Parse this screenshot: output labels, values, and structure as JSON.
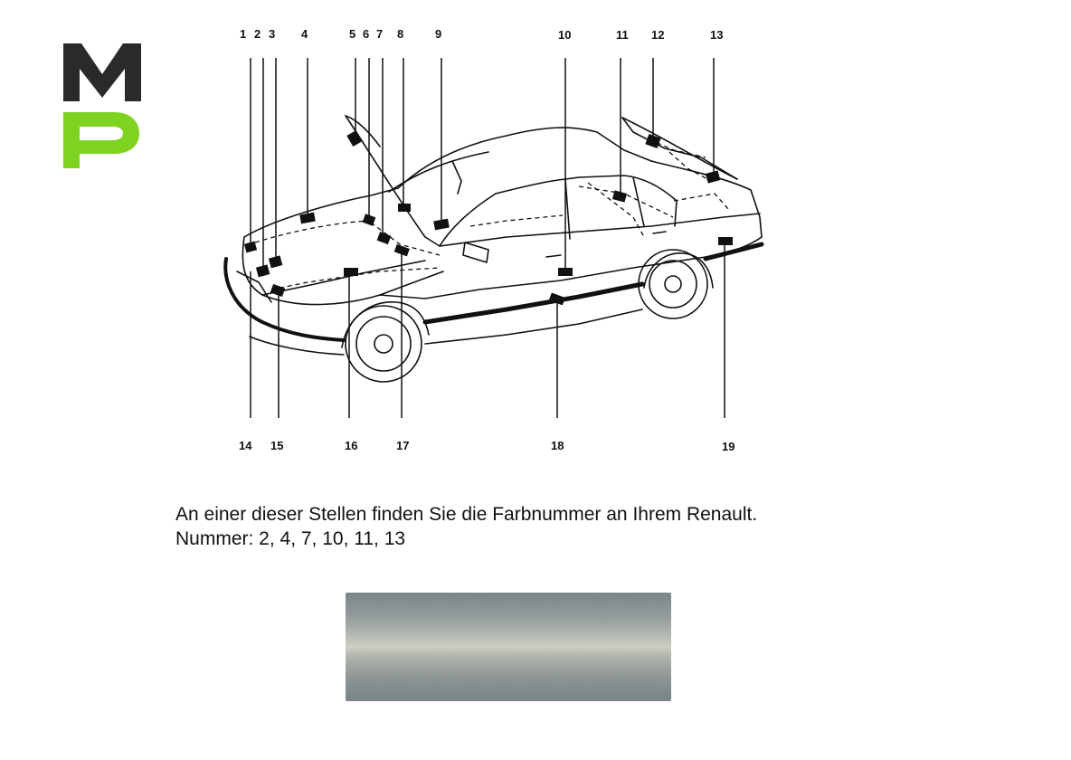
{
  "logo": {
    "letters": "MP",
    "m_color": "#2a2a2a",
    "p_color": "#7ed321"
  },
  "diagram": {
    "top_labels": [
      "1",
      "2",
      "3",
      "4",
      "5",
      "6",
      "7",
      "8",
      "9",
      "10",
      "11",
      "12",
      "13"
    ],
    "bottom_labels": [
      "14",
      "15",
      "16",
      "17",
      "18",
      "19"
    ]
  },
  "info": {
    "line1": "An einer dieser Stellen finden Sie die Farbnummer an Ihrem Renault.",
    "line2": "Nummer: 2, 4, 7, 10, 11, 13"
  },
  "swatch": {
    "color": "#b8bcb4"
  }
}
